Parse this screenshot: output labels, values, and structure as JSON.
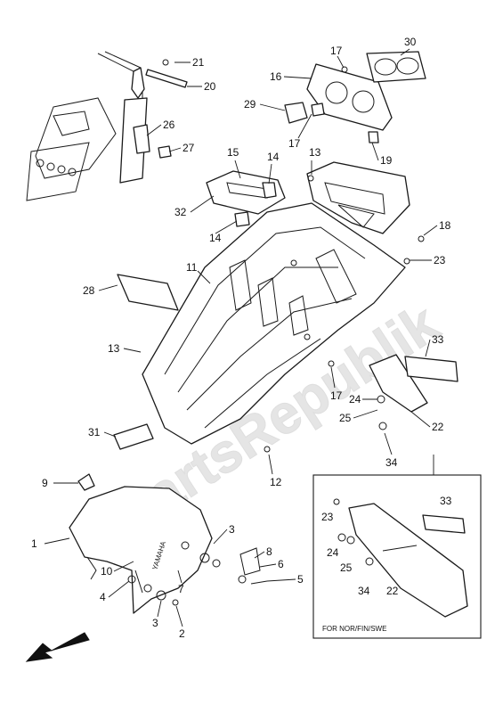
{
  "callouts": [
    "21",
    "20",
    "26",
    "27",
    "17",
    "30",
    "16",
    "29",
    "17",
    "19",
    "15",
    "14",
    "13",
    "32",
    "14",
    "18",
    "23",
    "11",
    "28",
    "13",
    "33",
    "17",
    "24",
    "25",
    "22",
    "31",
    "34",
    "12",
    "9",
    "1",
    "10",
    "4",
    "3",
    "8",
    "6",
    "5",
    "7",
    "3",
    "2",
    "23",
    "24",
    "25",
    "34",
    "22",
    "33"
  ],
  "inset_note": "FOR NOR/FIN/SWE",
  "watermark": "PartsRepublik",
  "fender_brand": "YAMAHA"
}
